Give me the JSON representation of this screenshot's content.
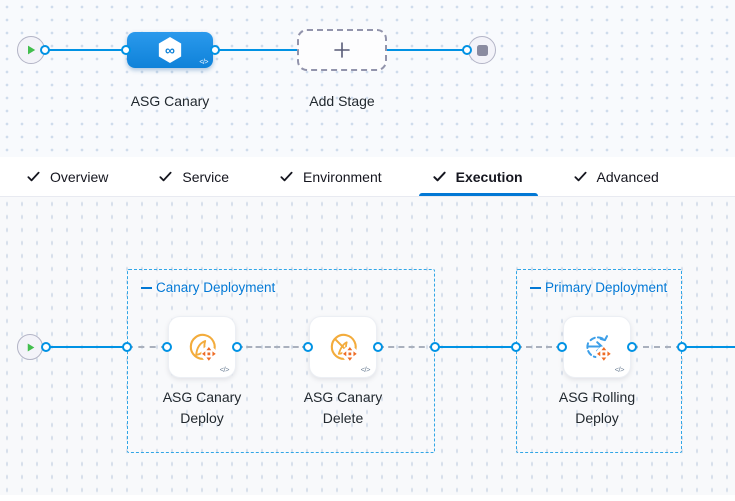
{
  "colors": {
    "connector_blue": "#0092E4",
    "accent_blue": "#0278D5",
    "stage_blue": "#1B8CE3",
    "dashed_gray": "#A9B0BD",
    "canary_amber": "#F3AC3C",
    "scale_orange": "#EE6C25",
    "rolling_blue": "#3D9FE8",
    "play_green": "#42BE4E"
  },
  "stage_editor": {
    "stage": {
      "name": "ASG Canary"
    },
    "add_stage": {
      "label": "Add Stage"
    },
    "code_glyph": "</>"
  },
  "tabs": {
    "items": [
      {
        "label": "Overview",
        "checked": true,
        "active": false
      },
      {
        "label": "Service",
        "checked": true,
        "active": false
      },
      {
        "label": "Environment",
        "checked": true,
        "active": false
      },
      {
        "label": "Execution",
        "checked": true,
        "active": true
      },
      {
        "label": "Advanced",
        "checked": true,
        "active": false
      }
    ]
  },
  "execution_graph": {
    "code_glyph": "</>",
    "groups": [
      {
        "label": "Canary Deployment",
        "steps": [
          {
            "name": "ASG Canary\nDeploy"
          },
          {
            "name": "ASG Canary\nDelete"
          }
        ]
      },
      {
        "label": "Primary Deployment",
        "steps": [
          {
            "name": "ASG Rolling\nDeploy"
          }
        ]
      }
    ]
  }
}
